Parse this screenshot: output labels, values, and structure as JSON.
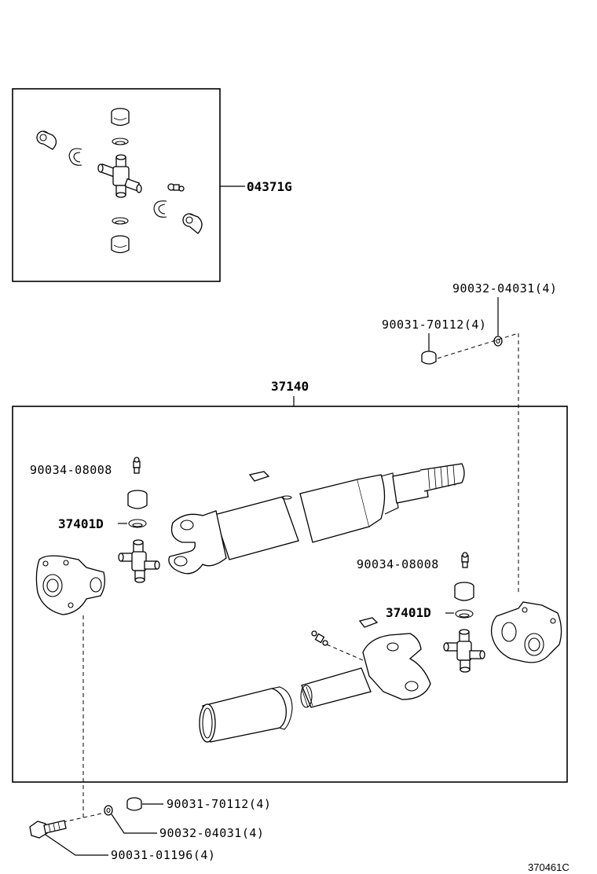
{
  "diagram": {
    "figure_code": "370461C",
    "labels": {
      "kit_ujoint": "04371G",
      "assembly": "37140",
      "washer_top": "90032-04031(4)",
      "nut_top": "90031-70112(4)",
      "grease_fitting_left": "90034-08008",
      "spider_kit_left": "37401D",
      "grease_fitting_right": "90034-08008",
      "spider_kit_right": "37401D",
      "nut_bottom": "90031-70112(4)",
      "washer_bottom": "90032-04031(4)",
      "bolt_bottom": "90031-01196(4)"
    }
  }
}
